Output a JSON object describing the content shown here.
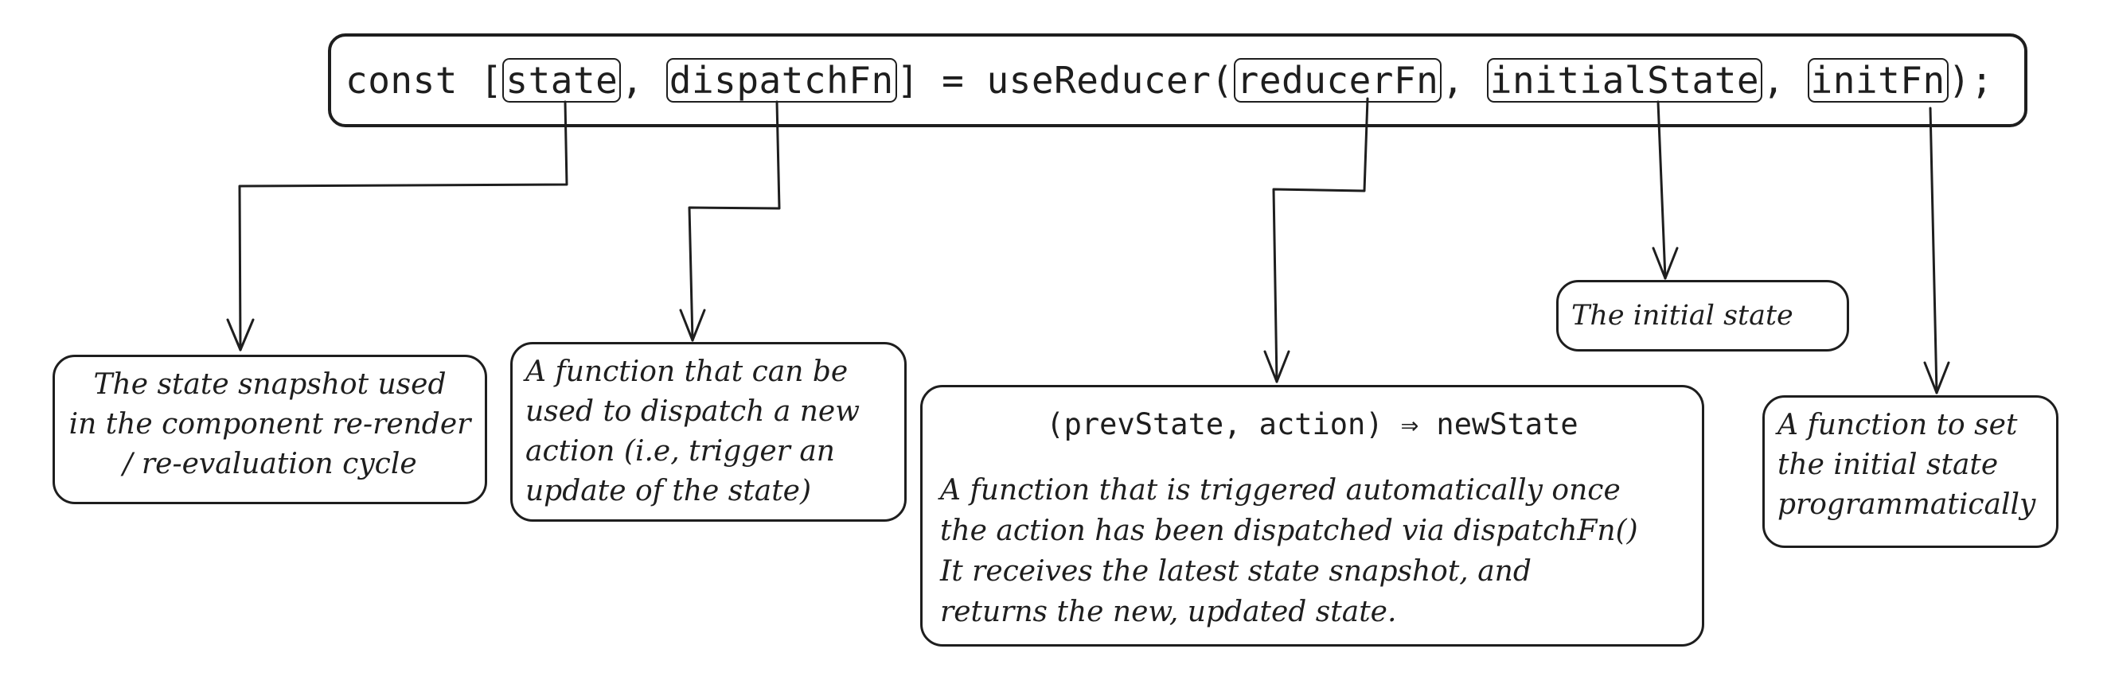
{
  "code": {
    "prefix": "const [",
    "state": "state",
    "comma1": ", ",
    "dispatchFn": "dispatchFn",
    "mid": "] = useReducer(",
    "reducerFn": "reducerFn",
    "comma2": ", ",
    "initialState": "initialState",
    "comma3": ", ",
    "initFn": "initFn",
    "suffix": ");"
  },
  "notes": {
    "state": "The state snapshot used\nin the component re-render\n/ re-evaluation cycle",
    "dispatch": "A function that can be\nused to dispatch a new\naction (i.e, trigger an\nupdate of the state)",
    "reducer_signature": "(prevState, action) ⇒ newState",
    "reducer_description": "A function that is triggered automatically once\nthe action has been dispatched via dispatchFn()\nIt receives the latest state snapshot, and\nreturns the new, updated state.",
    "initial_state": "The initial state",
    "init_fn": "A function to set\nthe initial state\nprogrammatically"
  }
}
